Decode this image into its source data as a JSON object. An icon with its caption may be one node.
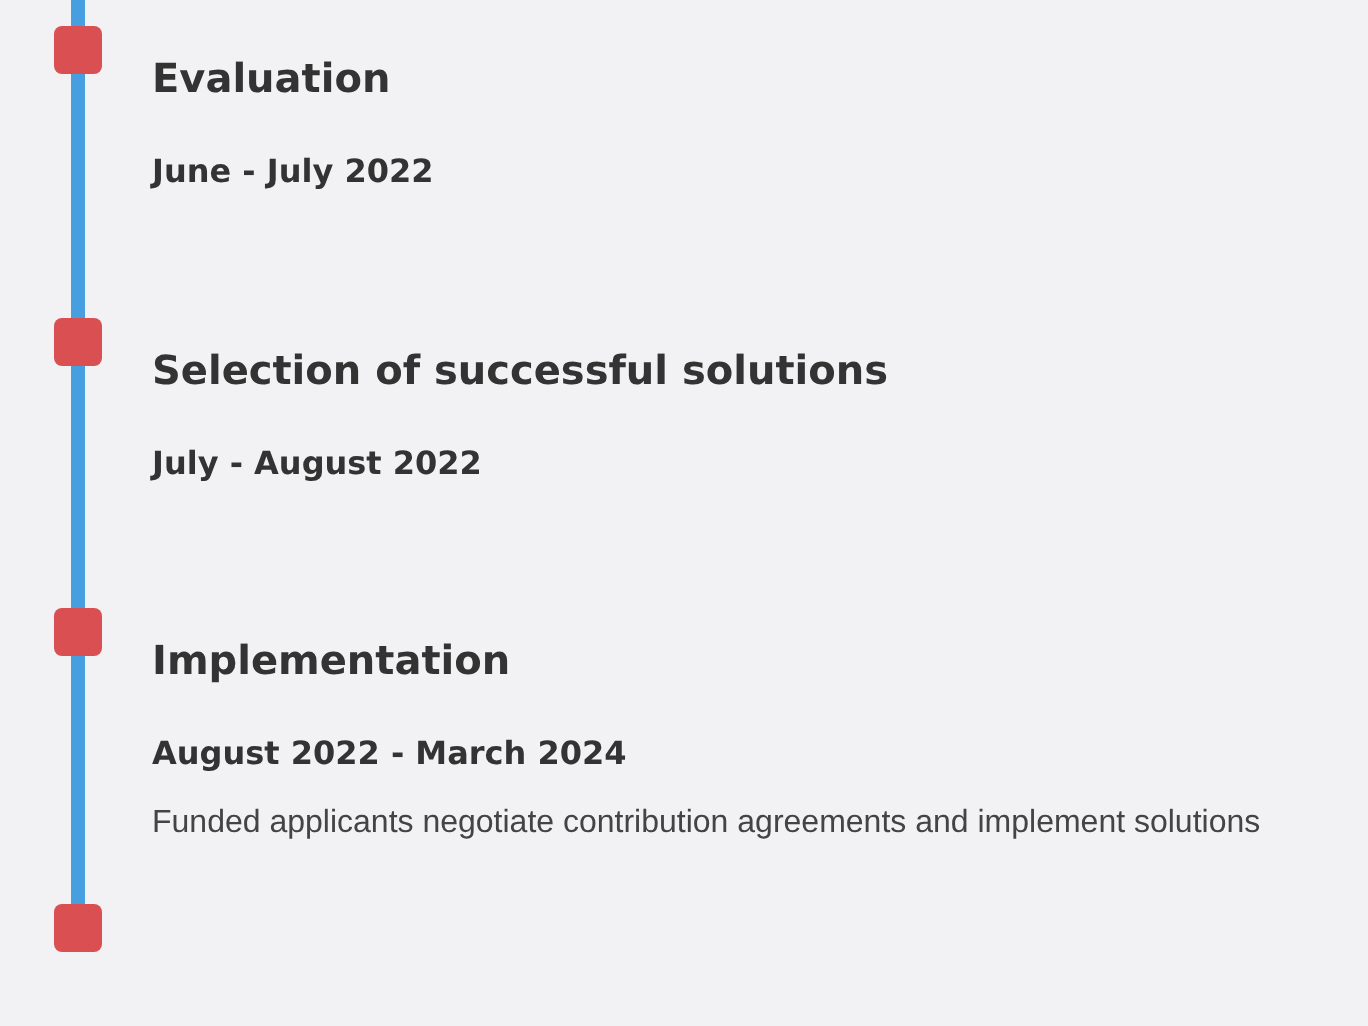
{
  "diagram": {
    "nodes": [
      {
        "text": [],
        "shape": "box",
        "beside": [
          "Evaluation",
          "June - July 2022"
        ]
      },
      {
        "text": [],
        "shape": "box",
        "beside": [
          "Selection of successful solutions",
          "July - August 2022"
        ]
      },
      {
        "text": [],
        "shape": "box",
        "beside": [
          "Implementation",
          "August 2022 - March 2024",
          "Funded applicants negotiate contribution agreements and implement solutions"
        ]
      },
      {
        "text": [],
        "shape": "box"
      }
    ],
    "edges": [
      {
        "from": null,
        "to": 0,
        "arrow": "none"
      },
      {
        "from": 0,
        "to": 1,
        "arrow": "none"
      },
      {
        "from": 1,
        "to": 2,
        "arrow": "none"
      },
      {
        "from": 2,
        "to": 3,
        "arrow": "none"
      }
    ]
  }
}
